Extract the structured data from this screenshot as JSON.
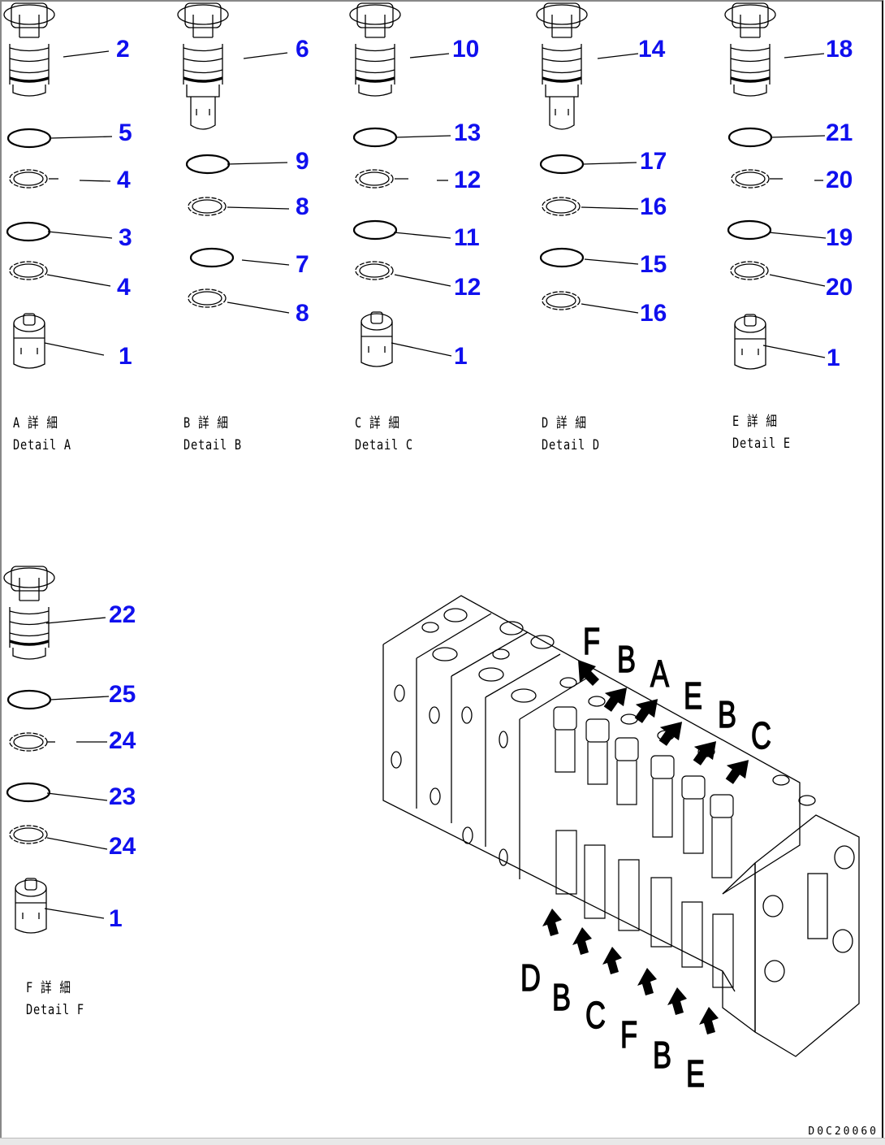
{
  "drawing": {
    "id": "D0C20060",
    "colors": {
      "callout": "#1010ee",
      "line": "#000000",
      "background": "#ffffff"
    }
  },
  "details": [
    {
      "key": "A",
      "caption_jp": "A 詳 細",
      "caption_en": "Detail A",
      "callouts": [
        "2",
        "5",
        "4",
        "3",
        "4",
        "1"
      ]
    },
    {
      "key": "B",
      "caption_jp": "B 詳 細",
      "caption_en": "Detail B",
      "callouts": [
        "6",
        "9",
        "8",
        "7",
        "8"
      ]
    },
    {
      "key": "C",
      "caption_jp": "C 詳 細",
      "caption_en": "Detail C",
      "callouts": [
        "10",
        "13",
        "12",
        "11",
        "12",
        "1"
      ]
    },
    {
      "key": "D",
      "caption_jp": "D 詳 細",
      "caption_en": "Detail D",
      "callouts": [
        "14",
        "17",
        "16",
        "15",
        "16"
      ]
    },
    {
      "key": "E",
      "caption_jp": "E 詳 細",
      "caption_en": "Detail E",
      "callouts": [
        "18",
        "21",
        "20",
        "19",
        "20",
        "1"
      ]
    },
    {
      "key": "F",
      "caption_jp": "F 詳 細",
      "caption_en": "Detail F",
      "callouts": [
        "22",
        "25",
        "24",
        "23",
        "24",
        "1"
      ]
    }
  ],
  "assembly": {
    "top_view_labels": [
      "F",
      "B",
      "A",
      "E",
      "B",
      "C"
    ],
    "bottom_view_labels": [
      "D",
      "B",
      "C",
      "F",
      "B",
      "E"
    ]
  }
}
